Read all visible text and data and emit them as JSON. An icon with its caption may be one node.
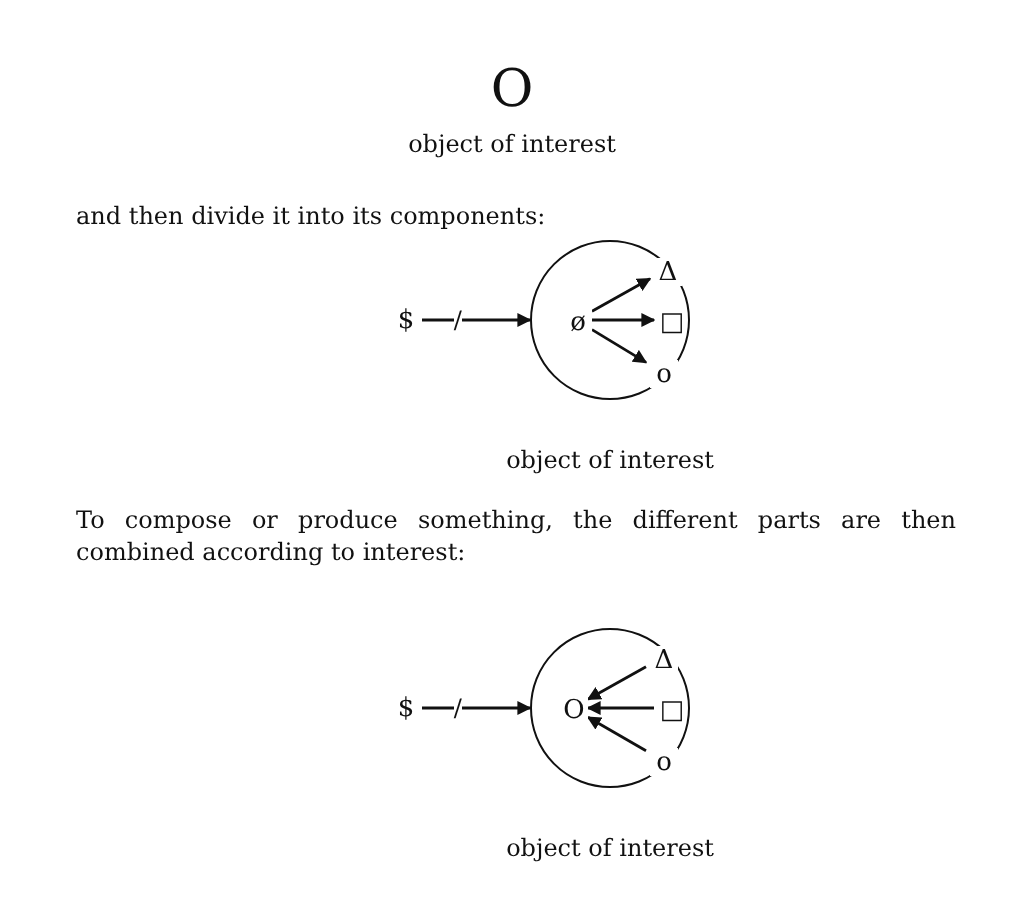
{
  "diagram": {
    "nodes": [
      {
        "text": [
          "$"
        ]
      },
      {
        "text": [],
        "shape": "circle",
        "beside": [
          "object of interest"
        ]
      },
      {
        "text": [
          "ø"
        ],
        "in": 1
      },
      {
        "text": [
          "Δ"
        ],
        "in": 1
      },
      {
        "text": [
          "□"
        ],
        "in": 1
      },
      {
        "text": [
          "o"
        ],
        "in": 1
      },
      {
        "text": [
          "$"
        ]
      },
      {
        "text": [],
        "shape": "circle",
        "beside": [
          "object of interest"
        ]
      },
      {
        "text": [
          "O"
        ],
        "in": 7
      },
      {
        "text": [
          "Δ"
        ],
        "in": 7
      },
      {
        "text": [
          "□"
        ],
        "in": 7
      },
      {
        "text": [
          "o"
        ],
        "in": 7
      }
    ],
    "edges": [
      {
        "from": 0,
        "to": 1,
        "arrow": "to",
        "label": "/"
      },
      {
        "from": 2,
        "to": 3,
        "arrow": "to"
      },
      {
        "from": 2,
        "to": 4,
        "arrow": "to"
      },
      {
        "from": 2,
        "to": 5,
        "arrow": "to"
      },
      {
        "from": 6,
        "to": 7,
        "arrow": "to",
        "label": "/"
      },
      {
        "from": 9,
        "to": 8,
        "arrow": "to"
      },
      {
        "from": 10,
        "to": 8,
        "arrow": "to"
      },
      {
        "from": 11,
        "to": 8,
        "arrow": "to"
      }
    ],
    "labels": [
      "O",
      "object of interest",
      "and then divide it into its components:",
      "To compose or produce something, the different parts are then combined according to interest:"
    ]
  }
}
